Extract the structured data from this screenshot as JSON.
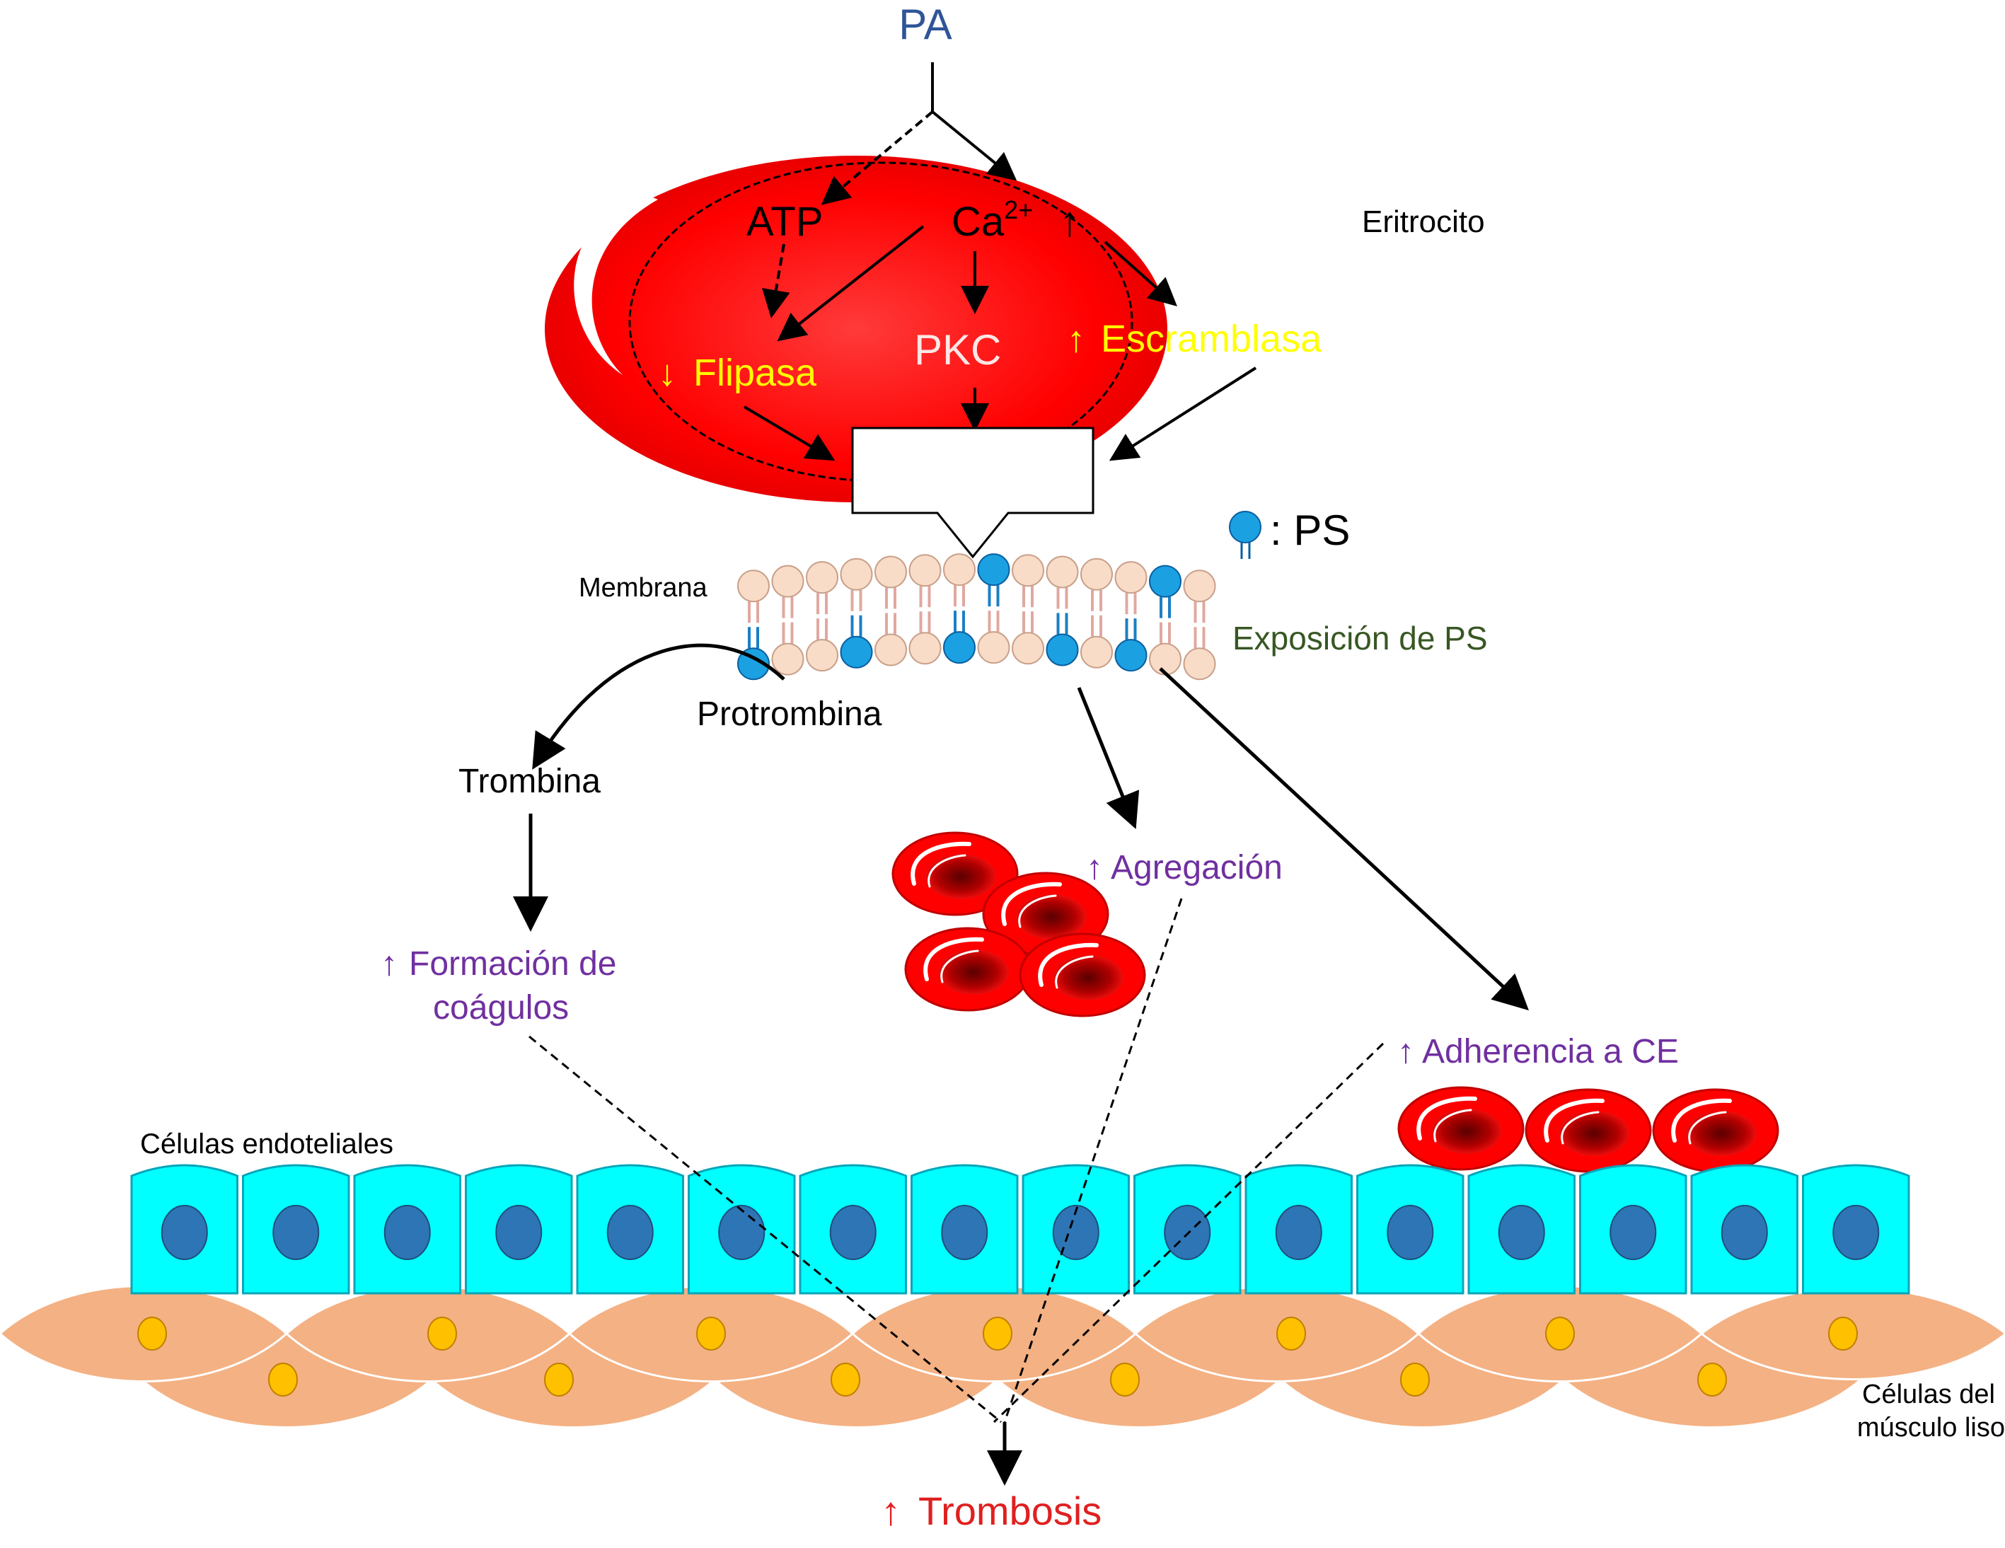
{
  "labels": {
    "pa": "PA",
    "eritrocito": "Eritrocito",
    "atp": "ATP",
    "ca": "Ca",
    "ca_sup": "2+",
    "up_arrow": "↑",
    "down_arrow": "↓",
    "pkc": "PKC",
    "flipasa": "Flipasa",
    "escramblasa": "Escramblasa",
    "ps_legend": ": PS",
    "membrana": "Membrana",
    "exposicion_ps": "Exposición de PS",
    "protrombina": "Protrombina",
    "trombina": "Trombina",
    "formacion_line1": "Formación de",
    "formacion_line2": "coágulos",
    "agregacion": "Agregación",
    "adherencia": "Adherencia a CE",
    "celulas_endoteliales": "Células endoteliales",
    "musculo_line1": "Células del",
    "musculo_line2": "músculo liso",
    "trombosis": "Trombosis"
  },
  "colors": {
    "title_blue": "#2f5597",
    "yellow": "#ffff00",
    "purple": "#7030a0",
    "green": "#385723",
    "red": "#e02020",
    "rbc_red": "#ff0000",
    "endothelial": "#00ffff",
    "nucleus": "#2e75b6",
    "smooth_muscle": "#f4b183",
    "muscle_nucleus": "#ffc000",
    "ps_head": "#1ba1e2",
    "lipid_head": "#f8dcc8"
  },
  "icons": {
    "ps_lipid": "phospholipid-icon",
    "rbc": "red-blood-cell-icon"
  }
}
